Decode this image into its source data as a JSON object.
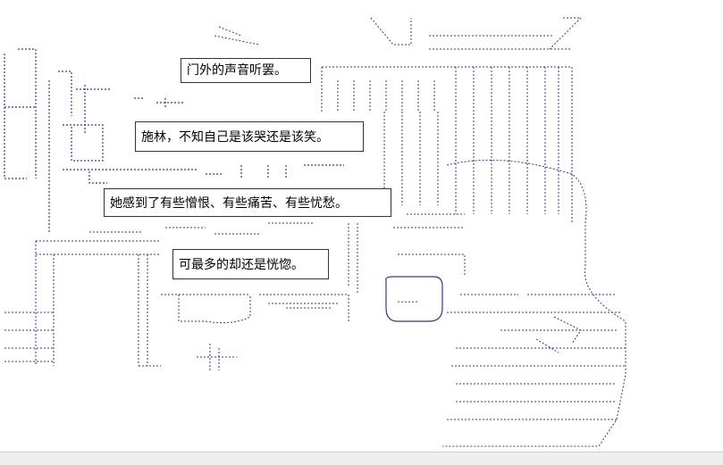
{
  "art_color": "#4b2e83",
  "boxes": [
    {
      "id": "narration-box-1",
      "text": "门外的声音听罢。"
    },
    {
      "id": "narration-box-2",
      "text": "施林，不知自己是该哭还是该笑。"
    },
    {
      "id": "narration-box-3",
      "text": "她感到了有些憎恨、有些痛苦、有些忧愁。"
    },
    {
      "id": "narration-box-4",
      "text": "可最多的却还是恍惚。"
    }
  ],
  "speech": {
    "text": "……"
  }
}
